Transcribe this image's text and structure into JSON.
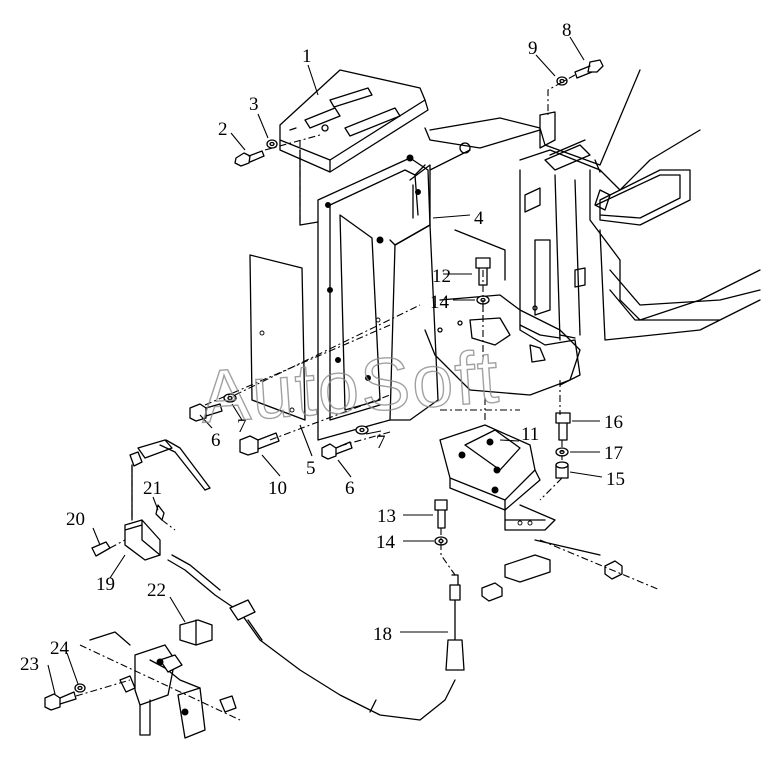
{
  "watermark": "AutoSoft",
  "part_labels": [
    "1",
    "2",
    "3",
    "4",
    "5",
    "6",
    "6",
    "7",
    "7",
    "8",
    "9",
    "10",
    "11",
    "12",
    "13",
    "14",
    "14",
    "15",
    "16",
    "17",
    "18",
    "19",
    "20",
    "21",
    "22",
    "23",
    "24"
  ]
}
